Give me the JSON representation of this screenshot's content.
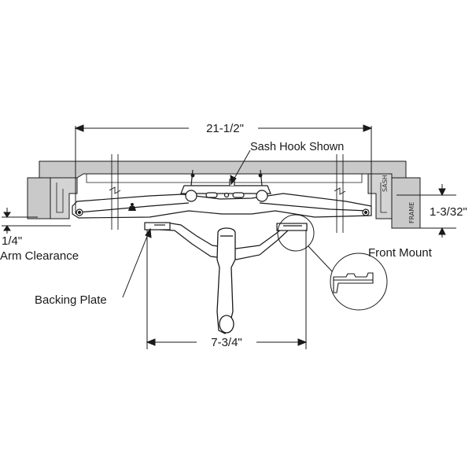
{
  "dimensions": {
    "overall_width": "21-1/2\"",
    "handle_spacing": "7-3/4\"",
    "height": "1-3/32\"",
    "arm_clearance_value": "1/4\"",
    "arm_clearance_text": "Arm Clearance"
  },
  "labels": {
    "sash_hook": "Sash Hook Shown",
    "front_mount": "Front Mount",
    "backing_plate": "Backing Plate",
    "sash": "SASH",
    "frame": "FRAME"
  },
  "colors": {
    "frame_fill": "#c9c9c9",
    "line": "#1a1a1a",
    "hardware_fill": "#ffffff"
  }
}
